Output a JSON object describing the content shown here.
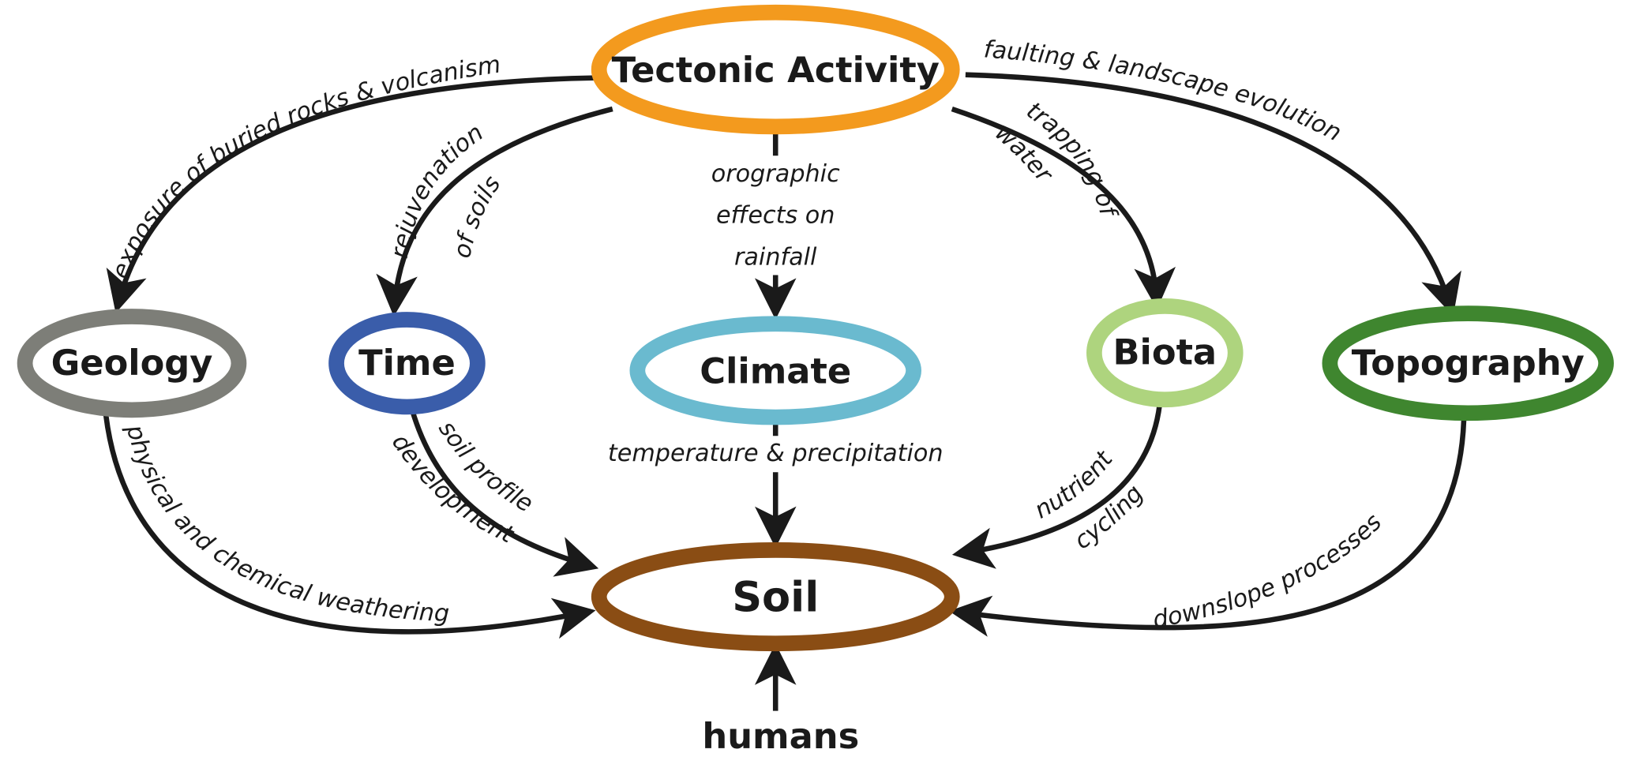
{
  "nodes": {
    "tectonic": {
      "label": "Tectonic Activity",
      "color": "#F39A1E"
    },
    "geology": {
      "label": "Geology",
      "color": "#7D7E78"
    },
    "time": {
      "label": "Time",
      "color": "#3A5DAA"
    },
    "climate": {
      "label": "Climate",
      "color": "#6ABACF"
    },
    "biota": {
      "label": "Biota",
      "color": "#AED47E"
    },
    "topography": {
      "label": "Topography",
      "color": "#3F862F"
    },
    "soil": {
      "label": "Soil",
      "color": "#8A4D14"
    },
    "humans": {
      "label": "humans"
    }
  },
  "edges": {
    "tectonic_geology": "exposure of buried rocks & volcanism",
    "tectonic_time_1": "rejuvenation",
    "tectonic_time_2": "of soils",
    "tectonic_climate_1": "orographic",
    "tectonic_climate_2": "effects on",
    "tectonic_climate_3": "rainfall",
    "tectonic_biota_1": "trapping of",
    "tectonic_biota_2": "water",
    "tectonic_topography": "faulting & landscape evolution",
    "geology_soil": "physical and chemical weathering",
    "time_soil_1": "soil profile",
    "time_soil_2": "development",
    "climate_soil": "temperature & precipitation",
    "biota_soil_1": "nutrient",
    "biota_soil_2": "cycling",
    "topography_soil": "downslope processes"
  }
}
